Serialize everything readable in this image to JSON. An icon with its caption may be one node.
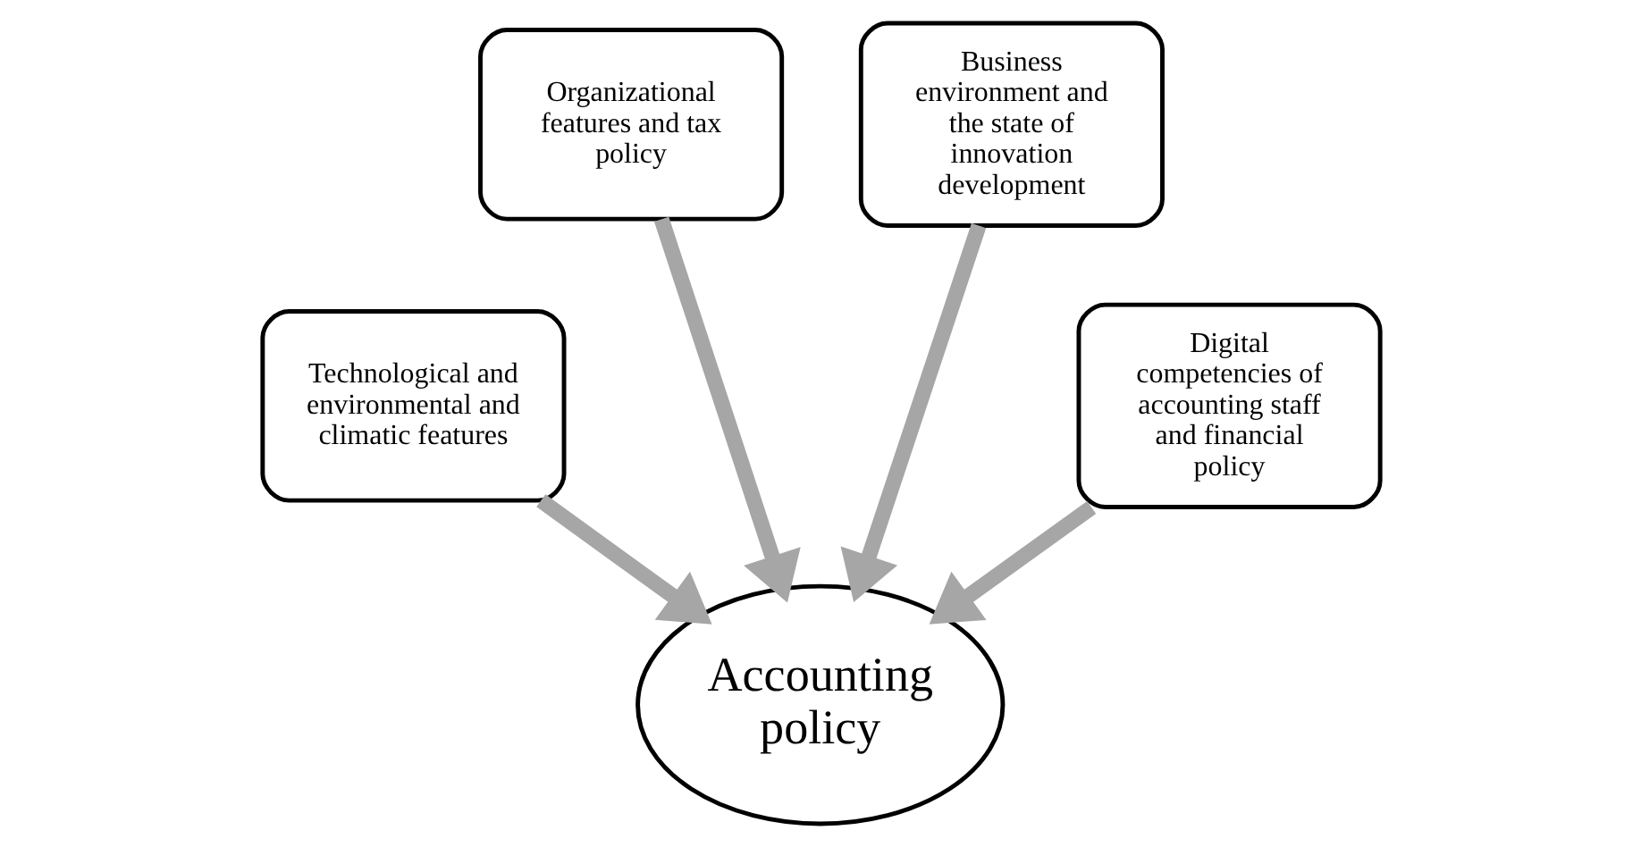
{
  "diagram": {
    "nodes": [
      {
        "text": [
          "Organizational features and tax policy"
        ]
      },
      {
        "text": [
          "Business environment and the state of innovation development"
        ]
      },
      {
        "text": [
          "Technological and environmental and climatic features"
        ]
      },
      {
        "text": [
          "Digital competencies of accounting staff and financial policy"
        ]
      },
      {
        "text": [
          "Accounting policy"
        ]
      }
    ],
    "edges": [
      {
        "from": 0,
        "to": 4,
        "arrow": "to"
      },
      {
        "from": 1,
        "to": 4,
        "arrow": "to"
      },
      {
        "from": 2,
        "to": 4,
        "arrow": "to"
      },
      {
        "from": 3,
        "to": 4,
        "arrow": "to"
      }
    ]
  }
}
